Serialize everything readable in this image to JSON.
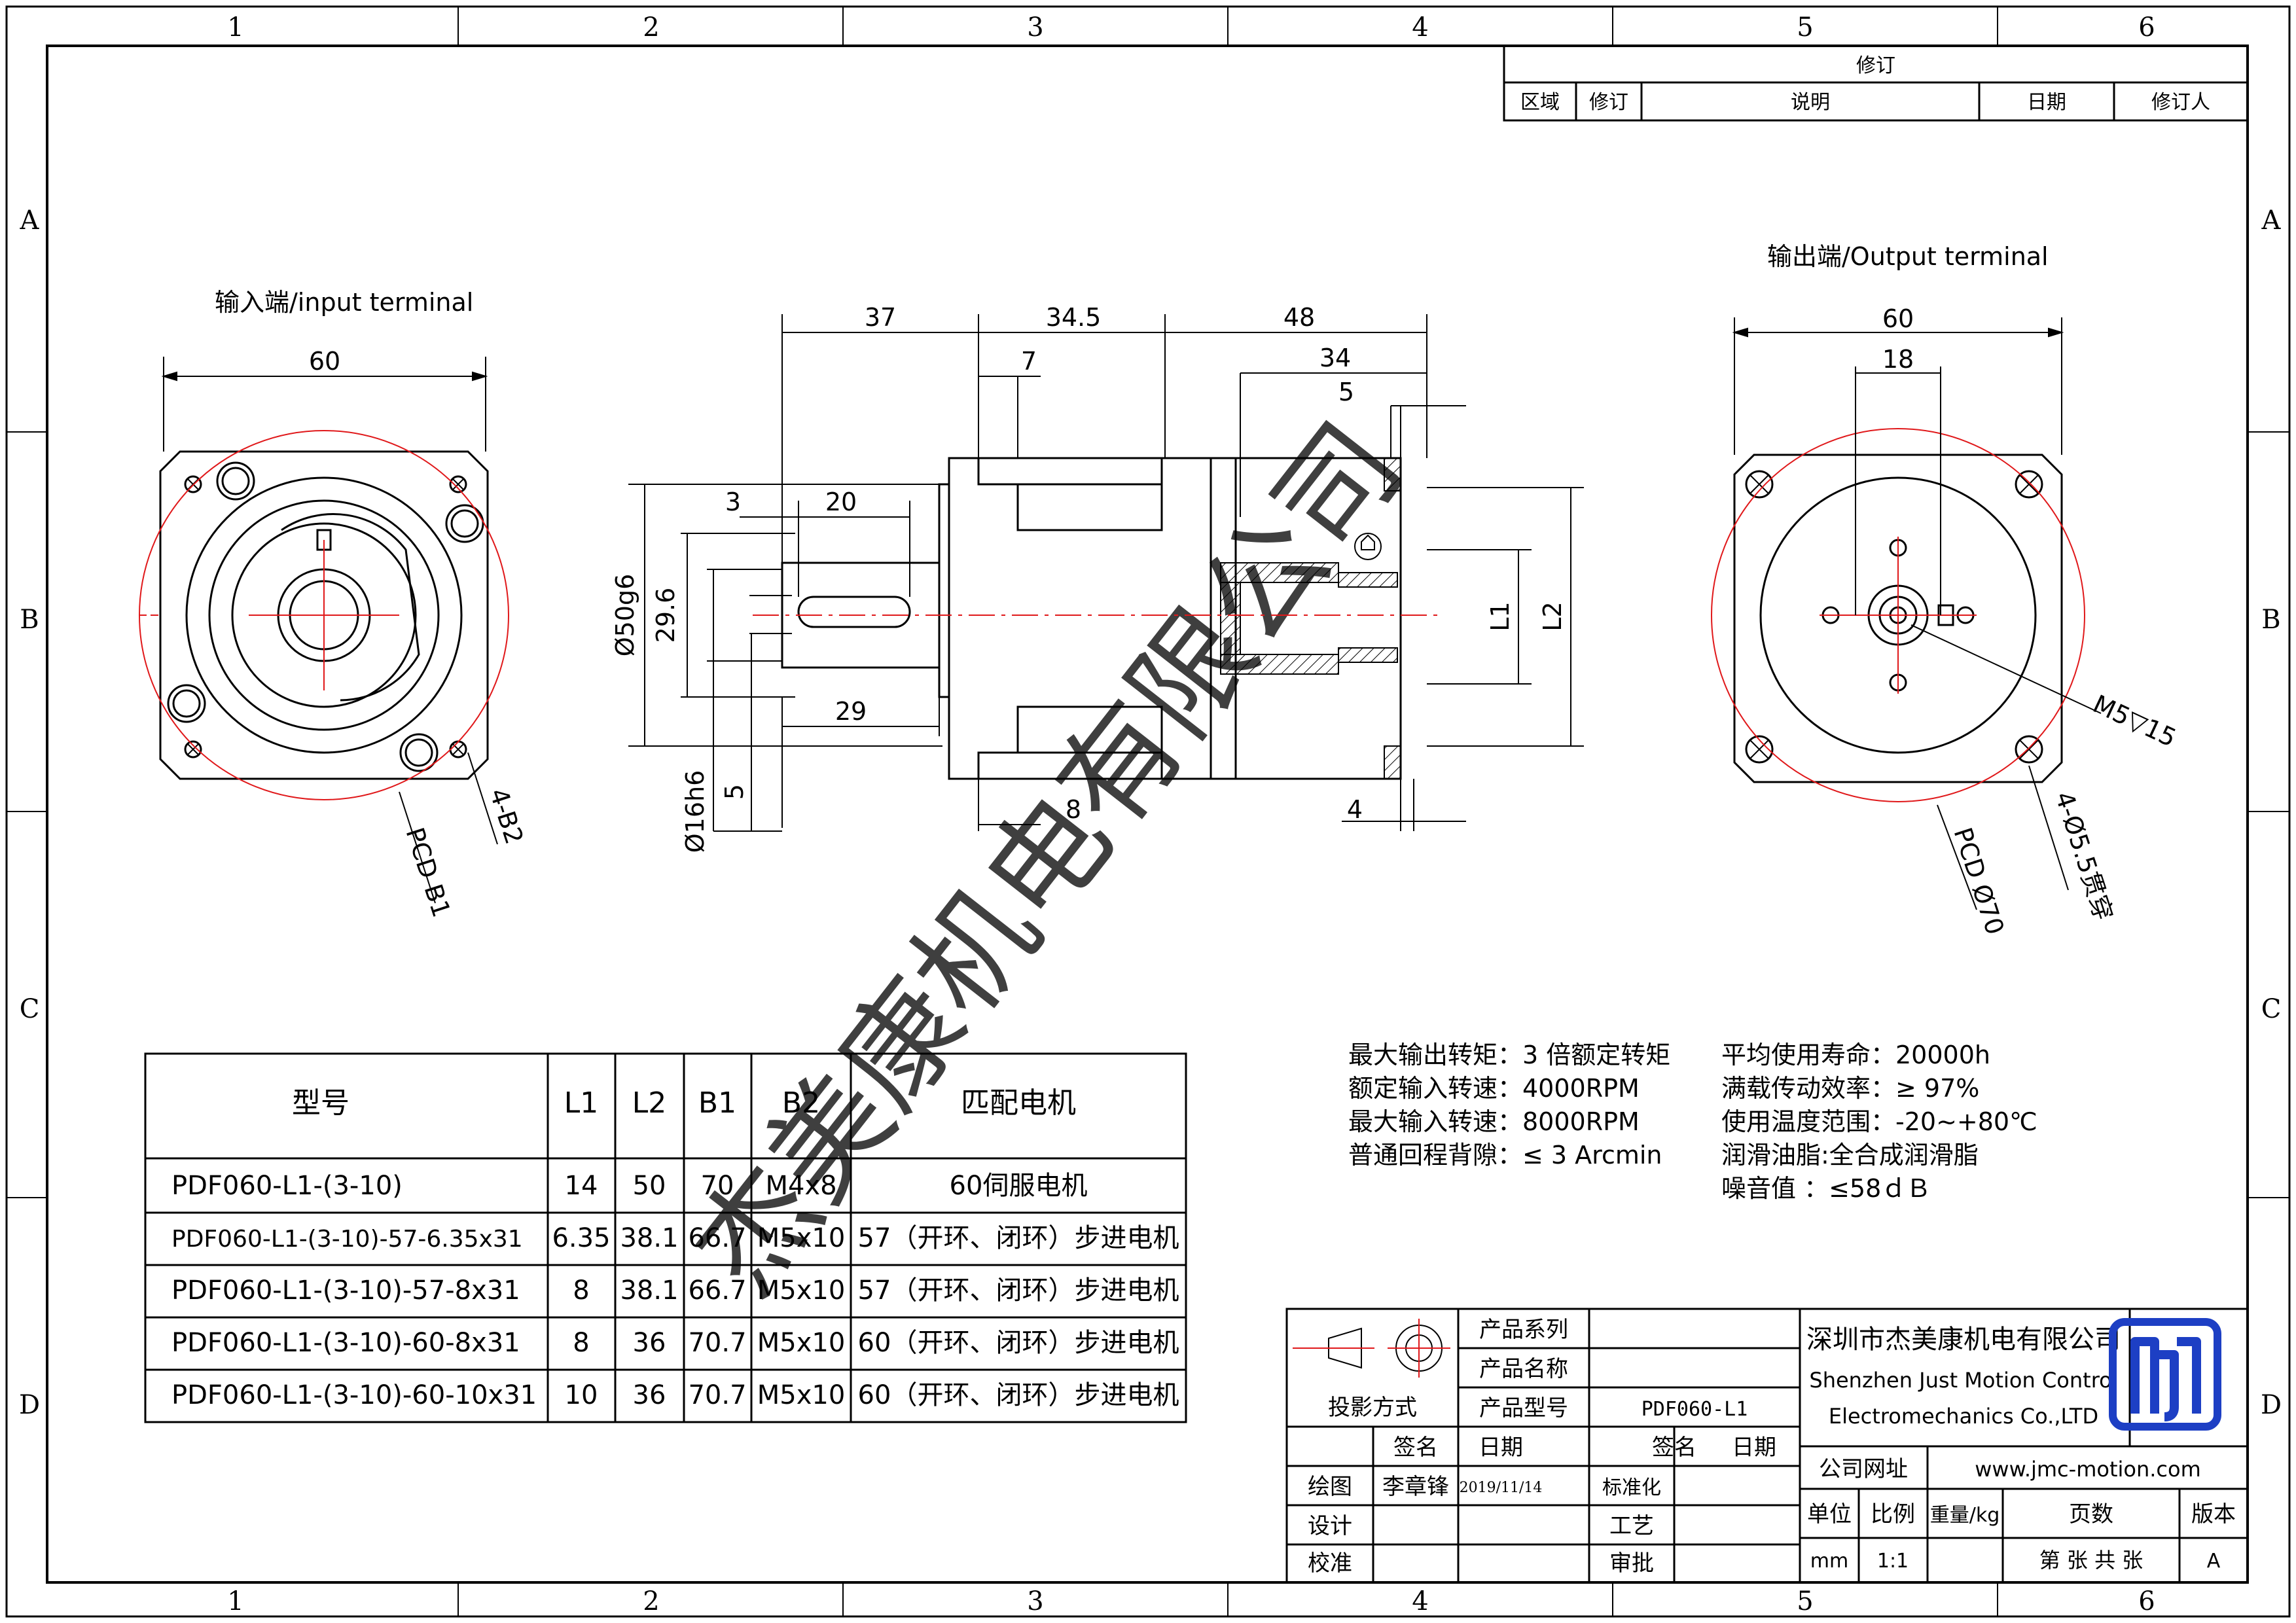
{
  "frame": {
    "columns": [
      "1",
      "2",
      "3",
      "4",
      "5",
      "6"
    ],
    "rows": [
      "A",
      "B",
      "C",
      "D"
    ]
  },
  "revision_block": {
    "title": "修订",
    "headers": [
      "区域",
      "修订",
      "说明",
      "日期",
      "修订人"
    ]
  },
  "views": {
    "input_label": "输入端/input terminal",
    "output_label": "输出端/Output terminal"
  },
  "dimensions": {
    "input": {
      "width": "60",
      "pcd": "PCD B1",
      "holes": "4-B2"
    },
    "side": {
      "d37": "37",
      "d34_5": "34.5",
      "d48": "48",
      "d7": "7",
      "d34": "34",
      "d5_top": "5",
      "d3": "3",
      "d20": "20",
      "d50": "Ø50g6",
      "d29_6": "29.6",
      "d29": "29",
      "d16": "Ø16h6",
      "d5_bottom": "5",
      "d8": "8",
      "d4": "4",
      "l1": "L1",
      "l2": "L2"
    },
    "output": {
      "width": "60",
      "d18": "18",
      "thread": "M5▽15",
      "pcd": "PCD Ø70",
      "holes": "4-Ø5.5贯穿"
    }
  },
  "watermark": "杰美康机电有限公司",
  "spec_table": {
    "headers": [
      "型号",
      "L1",
      "L2",
      "B1",
      "B2",
      "匹配电机"
    ],
    "rows": [
      [
        "PDF060-L1-(3-10)",
        "14",
        "50",
        "70",
        "M4x8",
        "60伺服电机"
      ],
      [
        "PDF060-L1-(3-10)-57-6.35x31",
        "6.35",
        "38.1",
        "66.7",
        "M5x10",
        "57（开环、闭环）步进电机"
      ],
      [
        "PDF060-L1-(3-10)-57-8x31",
        "8",
        "38.1",
        "66.7",
        "M5x10",
        "57（开环、闭环）步进电机"
      ],
      [
        "PDF060-L1-(3-10)-60-8x31",
        "8",
        "36",
        "70.7",
        "M5x10",
        "60（开环、闭环）步进电机"
      ],
      [
        "PDF060-L1-(3-10)-60-10x31",
        "10",
        "36",
        "70.7",
        "M5x10",
        "60（开环、闭环）步进电机"
      ]
    ]
  },
  "specs": {
    "left": [
      "最大输出转矩：3 倍额定转矩",
      "额定输入转速：4000RPM",
      "最大输入转速：8000RPM",
      "普通回程背隙：≤ 3 Arcmin"
    ],
    "right": [
      "平均使用寿命：20000h",
      "满载传动效率：≥   97%",
      "使用温度范围：-20~+80℃",
      "润滑油脂:全合成润滑脂",
      "噪音值        ：≤58ｄＢ"
    ]
  },
  "title_block": {
    "projection": "投影方式",
    "series_label": "产品系列",
    "name_label": "产品名称",
    "model_label": "产品型号",
    "model_value": "PDF060-L1",
    "sign": "签名",
    "date": "日期",
    "sign2": "签名",
    "date2": "日期",
    "drawn": "绘图",
    "drawn_by": "李章锋",
    "drawn_date": "2019/11/14",
    "standard": "标准化",
    "design": "设计",
    "process": "工艺",
    "check": "校准",
    "approve": "审批",
    "company_cn": "深圳市杰美康机电有限公司",
    "company_en1": "Shenzhen Just Motion Control",
    "company_en2": "Electromechanics Co.,LTD",
    "website_label": "公司网址",
    "website": "www.jmc-motion.com",
    "unit_label": "单位",
    "scale_label": "比例",
    "weight_label": "重量/kg",
    "pages_label": "页数",
    "version_label": "版本",
    "unit": "mm",
    "scale": "1:1",
    "pages": "第 张 共 张",
    "version": "A"
  },
  "colors": {
    "center": "#e0181a",
    "logo": "#1d3fc4",
    "watermark": "#bdbdbd",
    "hatch": "#000000"
  }
}
